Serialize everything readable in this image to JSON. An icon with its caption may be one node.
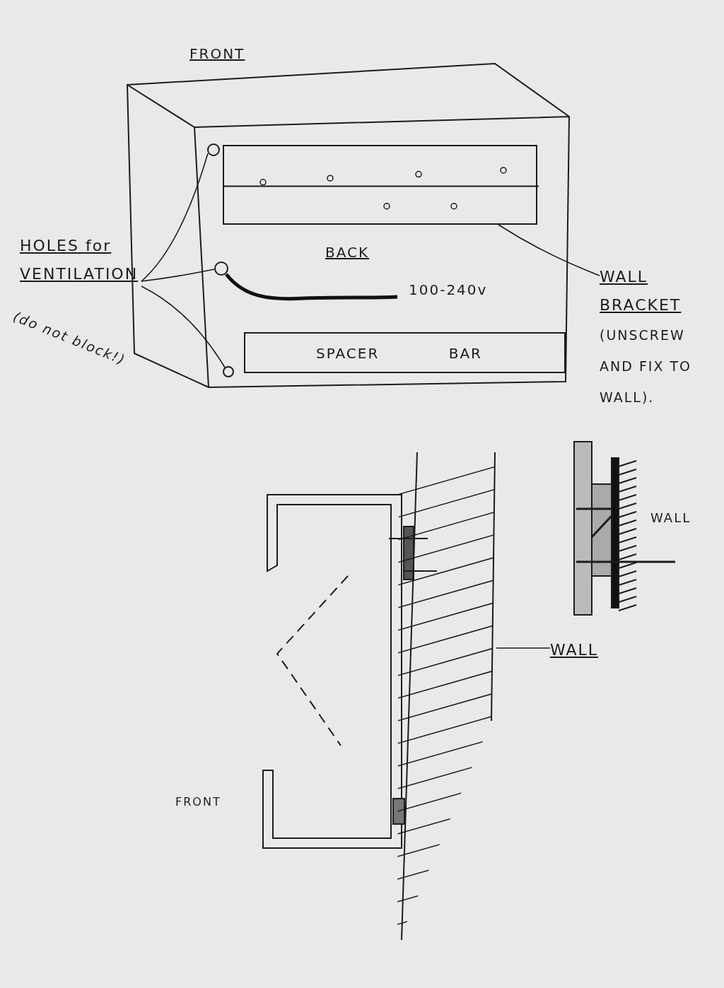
{
  "diagram": {
    "nodes": [
      {
        "text": [],
        "shape": "circle"
      },
      {
        "text": [],
        "shape": "bar"
      },
      {
        "text": [
          "HOLES for VENTILATION",
          "(do not block!)"
        ]
      },
      {
        "text": [],
        "shape": "circle"
      },
      {
        "text": [
          "WALL BRACKET",
          "(UNSCREW AND FIX TO WALL)."
        ]
      },
      {
        "text": [
          "SPACER BAR"
        ]
      },
      {
        "text": [],
        "shape": "circle"
      },
      {
        "text": [],
        "shape": "box"
      },
      {
        "text": [
          "WALL"
        ]
      }
    ],
    "edges": [
      {
        "from": 2,
        "to": 0,
        "arrow": "none"
      },
      {
        "from": 2,
        "to": 3,
        "arrow": "none"
      },
      {
        "from": 2,
        "to": 6,
        "arrow": "none"
      },
      {
        "from": 4,
        "to": 1,
        "arrow": "none"
      },
      {
        "from": 8,
        "to": 7,
        "arrow": "none"
      }
    ],
    "labels": [
      "FRONT",
      "BACK",
      "100-240v",
      "WALL",
      "FRONT"
    ]
  }
}
